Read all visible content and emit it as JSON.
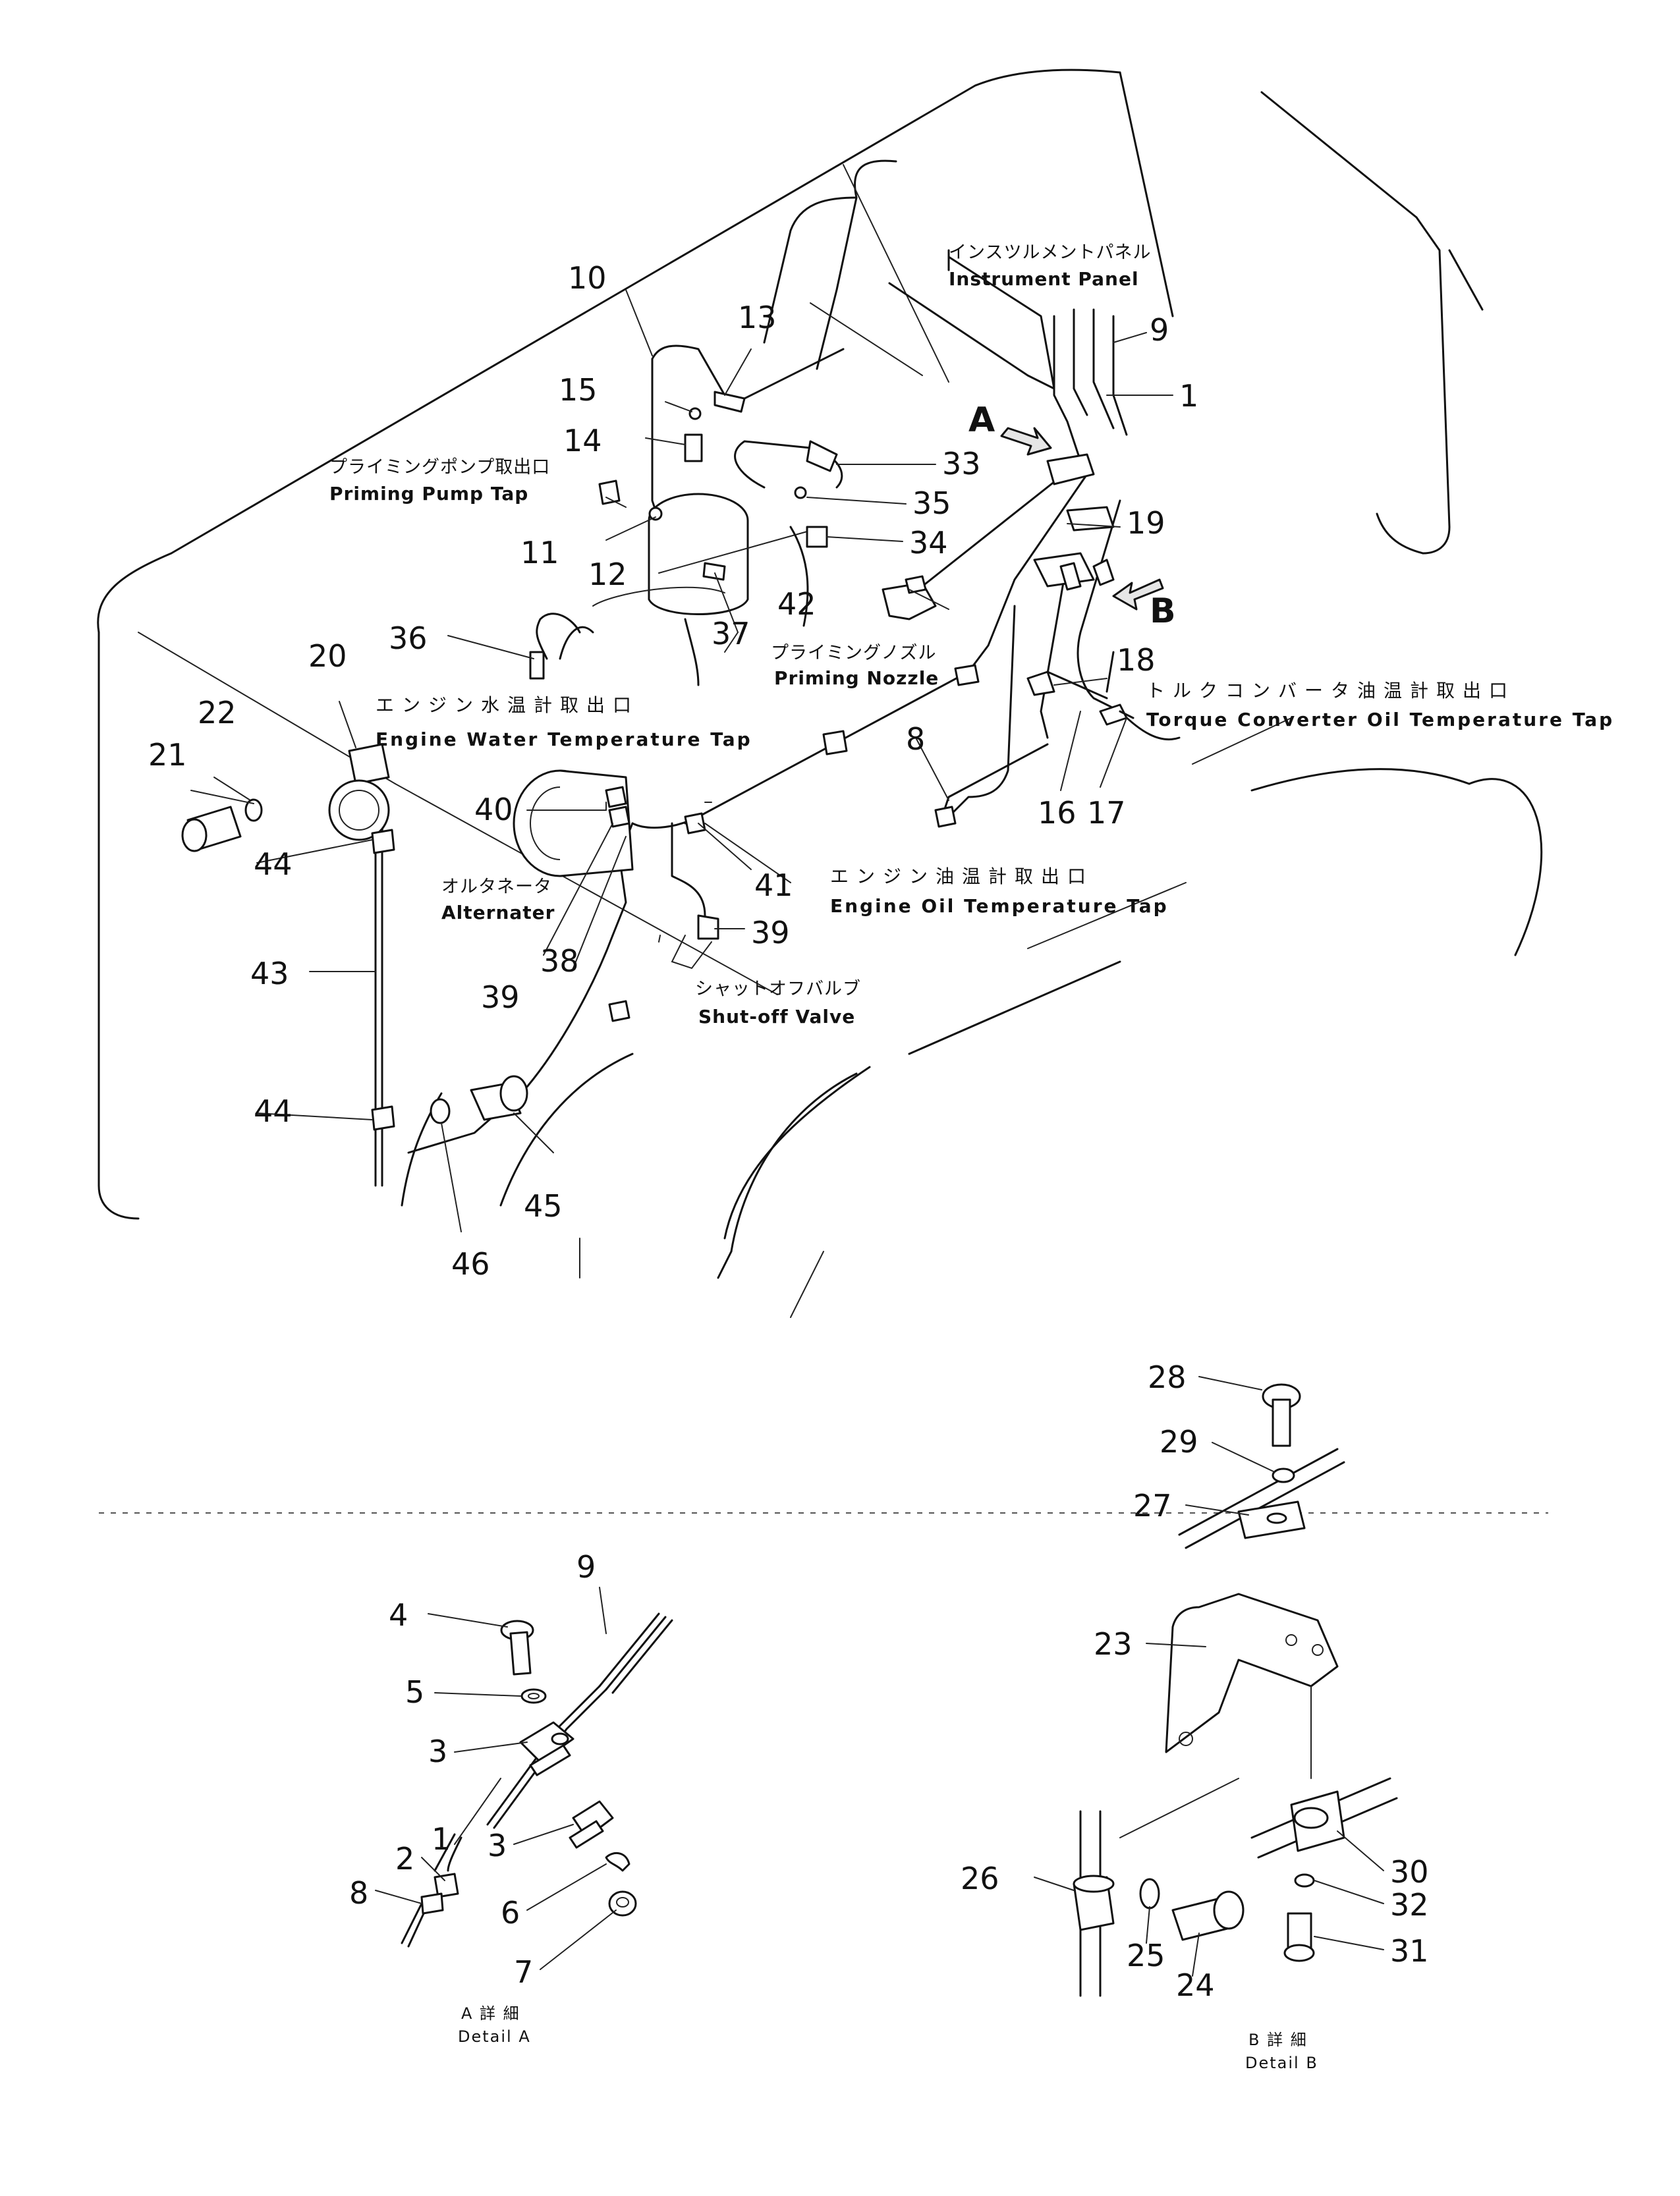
{
  "labels": {
    "instrument_panel_jp": "インスツルメントパネル",
    "instrument_panel_en": "Instrument Panel",
    "priming_pump_tap_jp": "プライミングポンプ取出口",
    "priming_pump_tap_en": "Priming Pump Tap",
    "priming_nozzle_jp": "プライミングノズル",
    "priming_nozzle_en": "Priming Nozzle",
    "engine_water_temp_jp": "エンジン水温計取出口",
    "engine_water_temp_en": "Engine Water Temperature Tap",
    "torque_converter_jp": "トルクコンバータ油温計取出口",
    "torque_converter_en": "Torque Converter Oil Temperature Tap",
    "alternator_jp": "オルタネータ",
    "alternator_en": "Alternater",
    "engine_oil_temp_jp": "エンジン油温計取出口",
    "engine_oil_temp_en": "Engine Oil Temperature Tap",
    "shutoff_valve_jp": "シャットオフバルブ",
    "shutoff_valve_en": "Shut-off Valve",
    "detail_a_jp": "A 詳 細",
    "detail_a_en": "Detail A",
    "detail_b_jp": "B 詳 細",
    "detail_b_en": "Detail B",
    "view_a": "A",
    "view_b": "B"
  },
  "part_numbers": {
    "p1": "1",
    "p2": "2",
    "p3a": "3",
    "p3b": "3",
    "p4": "4",
    "p5": "5",
    "p6": "6",
    "p7": "7",
    "p8a": "8",
    "p8b": "8",
    "p9a": "9",
    "p9b": "9",
    "p10": "10",
    "p1a": "1",
    "p11": "11",
    "p12": "12",
    "p13": "13",
    "p14": "14",
    "p15": "15",
    "p16": "16",
    "p17": "17",
    "p18": "18",
    "p19": "19",
    "p20": "20",
    "p21": "21",
    "p22": "22",
    "p23": "23",
    "p24": "24",
    "p25": "25",
    "p26": "26",
    "p27": "27",
    "p28": "28",
    "p29": "29",
    "p30": "30",
    "p31": "31",
    "p32": "32",
    "p33": "33",
    "p34": "34",
    "p35": "35",
    "p36": "36",
    "p37": "37",
    "p38": "38",
    "p39a": "39",
    "p39b": "39",
    "p40": "40",
    "p41": "41",
    "p42": "42",
    "p43": "43",
    "p44a": "44",
    "p44b": "44",
    "p45": "45",
    "p46": "46"
  }
}
